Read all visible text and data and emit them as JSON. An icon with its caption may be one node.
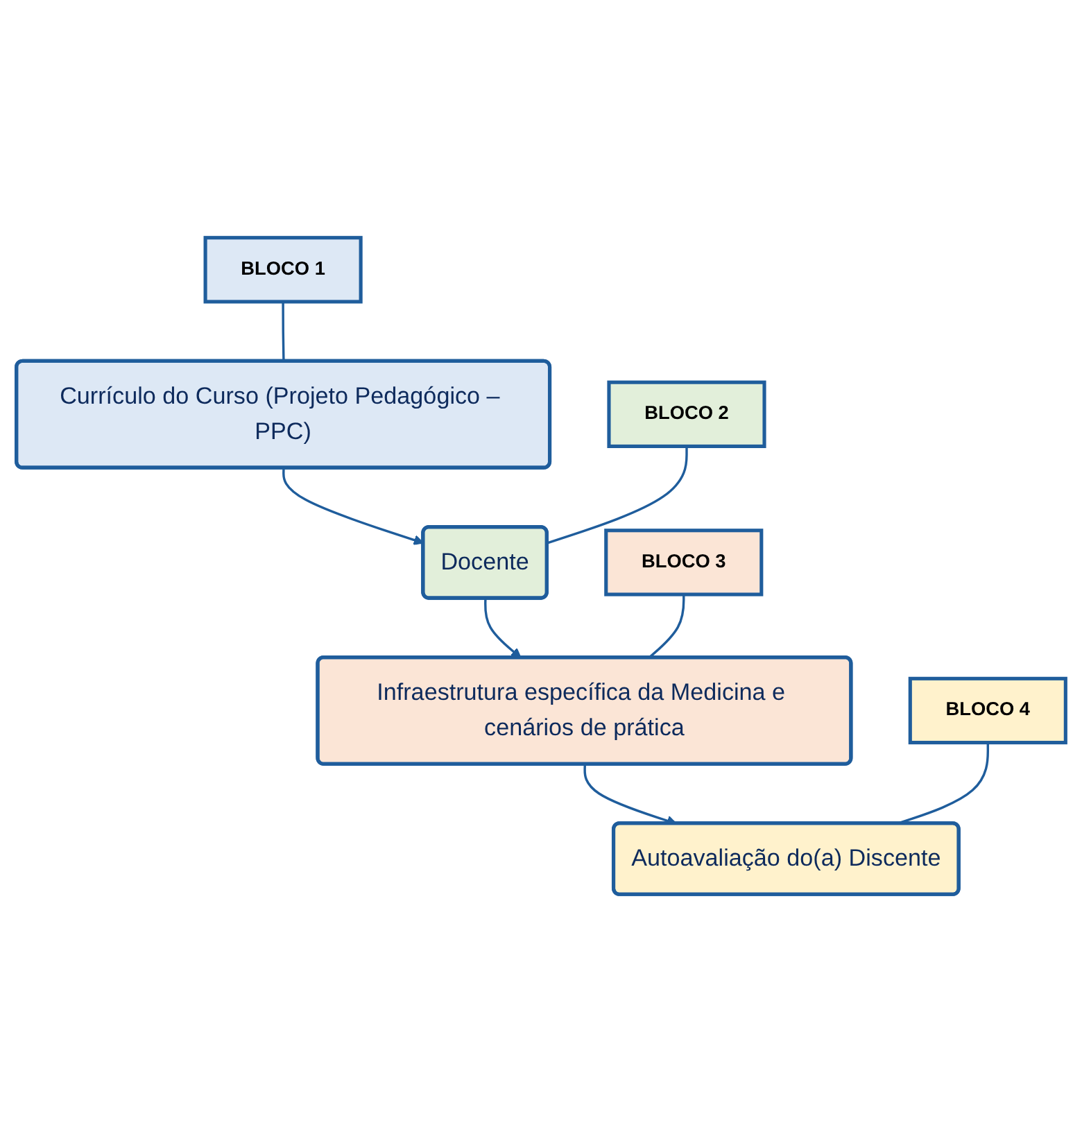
{
  "diagram": {
    "nodes": [
      {
        "text": [
          "BLOCO 1"
        ]
      },
      {
        "text": [
          "Currículo do Curso (Projeto Pedagógico – PPC)"
        ]
      },
      {
        "text": [
          "BLOCO 2"
        ]
      },
      {
        "text": [
          "Docente"
        ]
      },
      {
        "text": [
          "BLOCO 3"
        ]
      },
      {
        "text": [
          "Infraestrutura específica da Medicina e cenários de prática"
        ]
      },
      {
        "text": [
          "BLOCO 4"
        ]
      },
      {
        "text": [
          "Autoavaliação do(a) Discente"
        ]
      }
    ],
    "edges": [
      {
        "from": 0,
        "to": 1,
        "arrow": "none"
      },
      {
        "from": 1,
        "to": 3,
        "arrow": "to"
      },
      {
        "from": 2,
        "to": 3,
        "arrow": "none"
      },
      {
        "from": 3,
        "to": 5,
        "arrow": "to"
      },
      {
        "from": 4,
        "to": 5,
        "arrow": "none"
      },
      {
        "from": 5,
        "to": 7,
        "arrow": "to"
      },
      {
        "from": 6,
        "to": 7,
        "arrow": "none"
      }
    ]
  }
}
